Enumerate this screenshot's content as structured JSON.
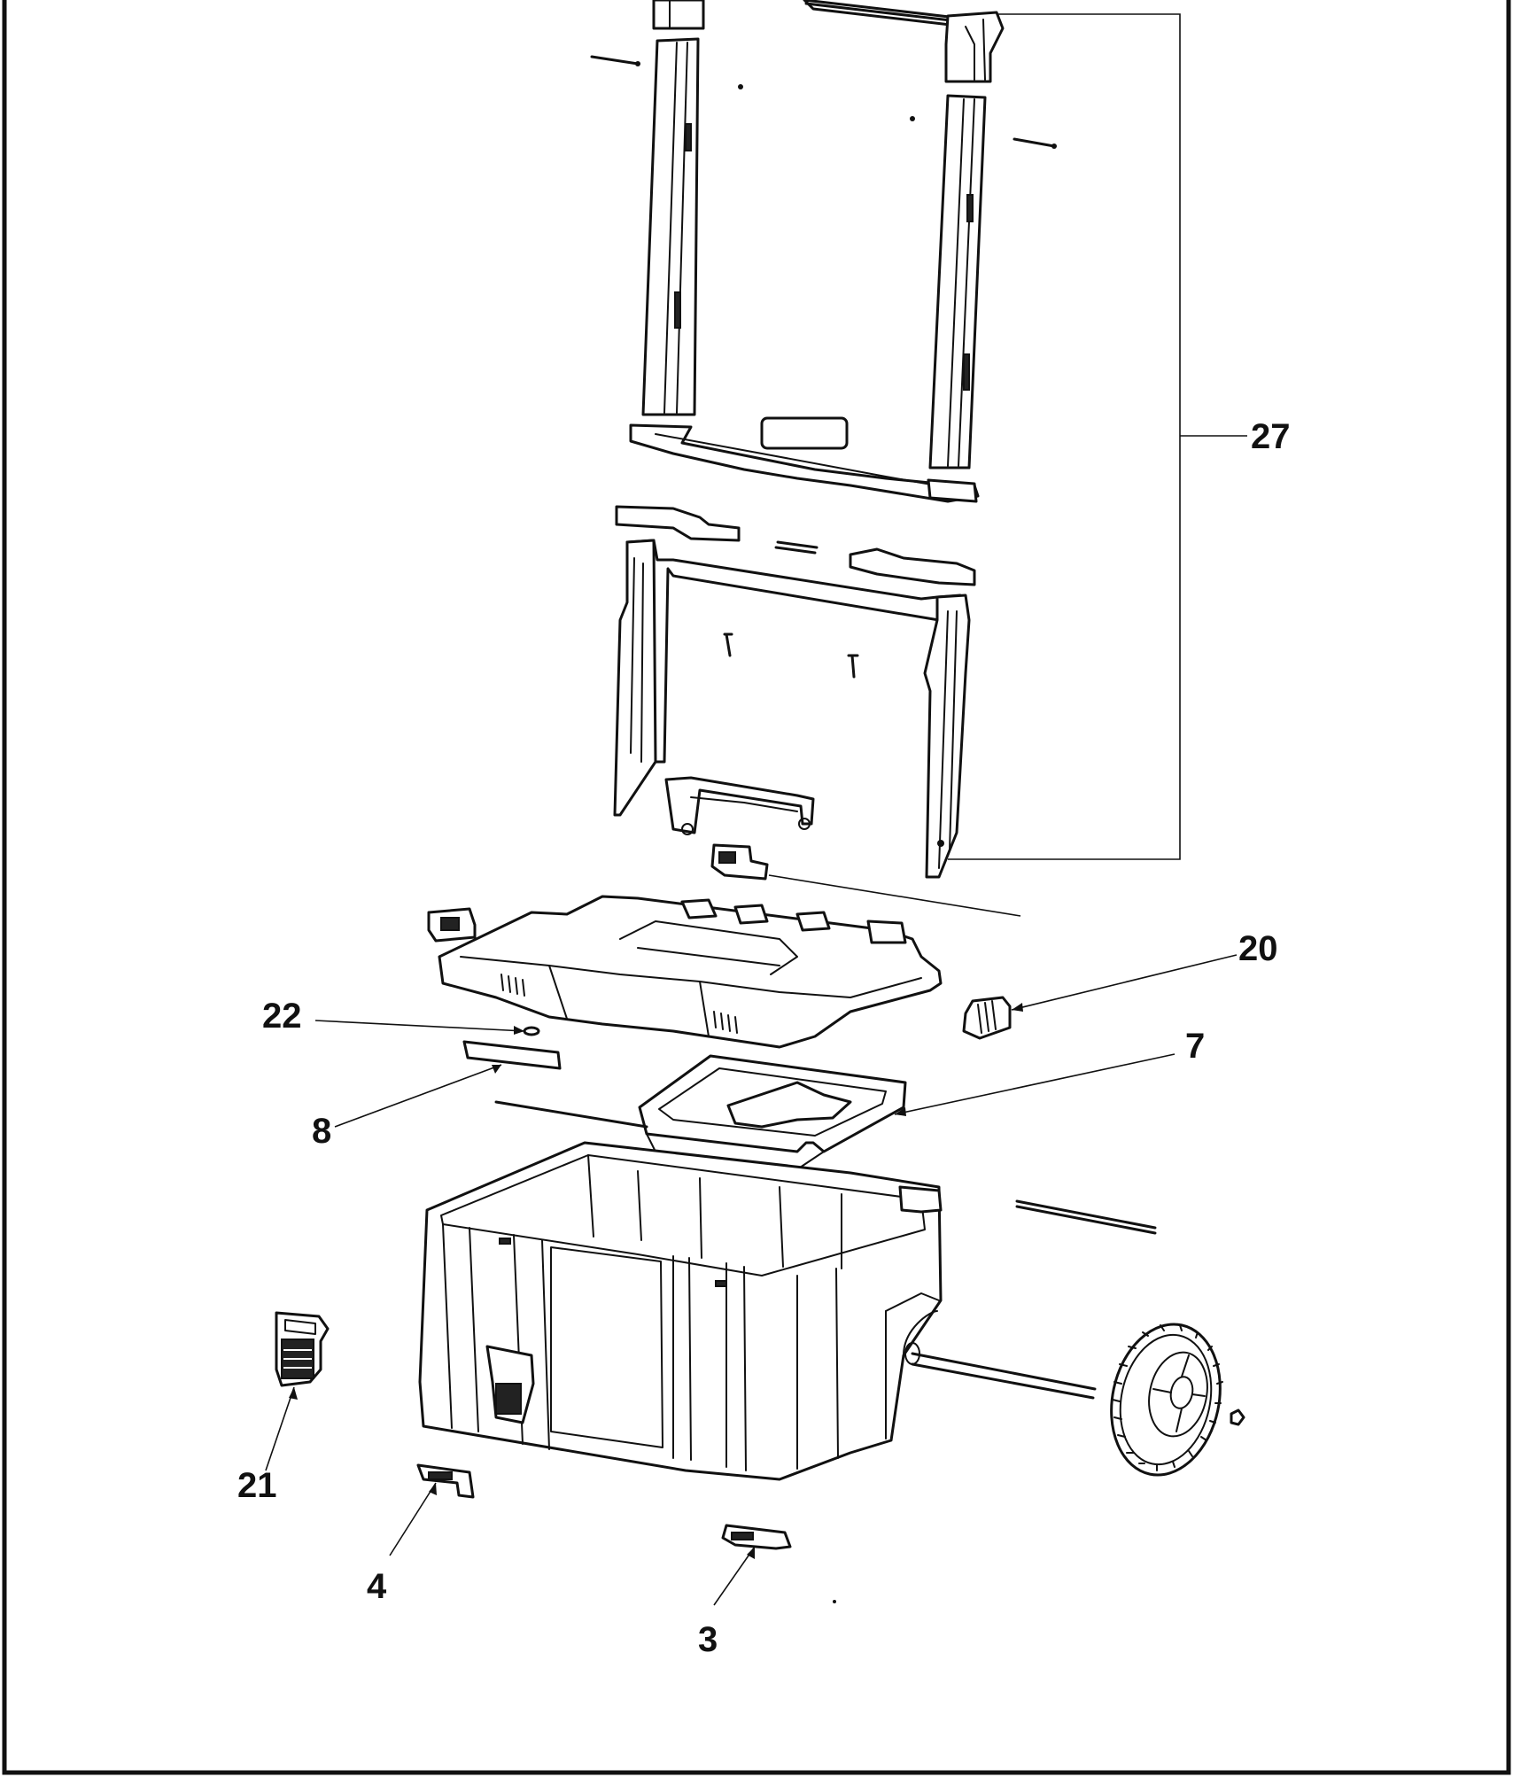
{
  "diagram": {
    "callouts": [
      {
        "id": "27",
        "label": "27"
      },
      {
        "id": "20",
        "label": "20"
      },
      {
        "id": "22",
        "label": "22"
      },
      {
        "id": "7",
        "label": "7"
      },
      {
        "id": "8",
        "label": "8"
      },
      {
        "id": "21",
        "label": "21"
      },
      {
        "id": "4",
        "label": "4"
      },
      {
        "id": "3",
        "label": "3"
      }
    ],
    "colors": {
      "ink": "#111111",
      "background": "#ffffff"
    }
  }
}
